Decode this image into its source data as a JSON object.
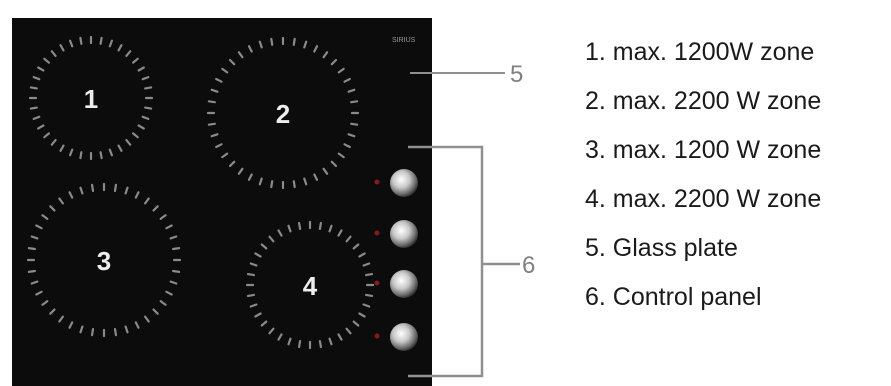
{
  "brand": "SIRIUS",
  "zones": [
    {
      "number": "1",
      "dot_count": 36
    },
    {
      "number": "2",
      "dot_count": 40
    },
    {
      "number": "3",
      "dot_count": 40
    },
    {
      "number": "4",
      "dot_count": 36
    }
  ],
  "control_knobs": 4,
  "callouts": {
    "glass_plate": "5",
    "control_panel": "6"
  },
  "legend": [
    "1. max. 1200W zone",
    "2. max. 2200 W zone",
    "3. max. 1200 W zone",
    "4. max. 2200 W zone",
    "5. Glass plate",
    "6. Control panel"
  ],
  "colors": {
    "glass": "#0c0c0c",
    "heat_dots": "#8a8a8a",
    "zone_numbers": "#eeeeee",
    "indicator_led": "#8a1a1a",
    "leader_lines": "#909090",
    "legend_text": "#1a1a1a"
  }
}
